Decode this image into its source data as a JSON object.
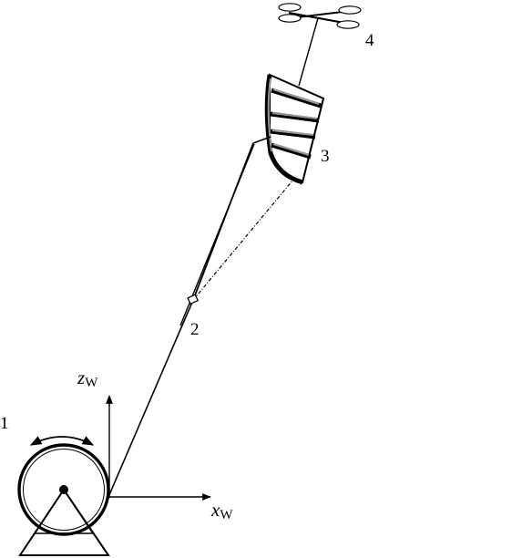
{
  "labels": {
    "winch": "1",
    "bridle_point": "2",
    "kite": "3",
    "drone": "4"
  },
  "axes": {
    "x_var": "x",
    "x_sub": "W",
    "z_var": "z",
    "z_sub": "W"
  },
  "colors": {
    "line": "#000000",
    "kite_fill": "#ffffff",
    "rib_gray": "#9a9a9a"
  }
}
